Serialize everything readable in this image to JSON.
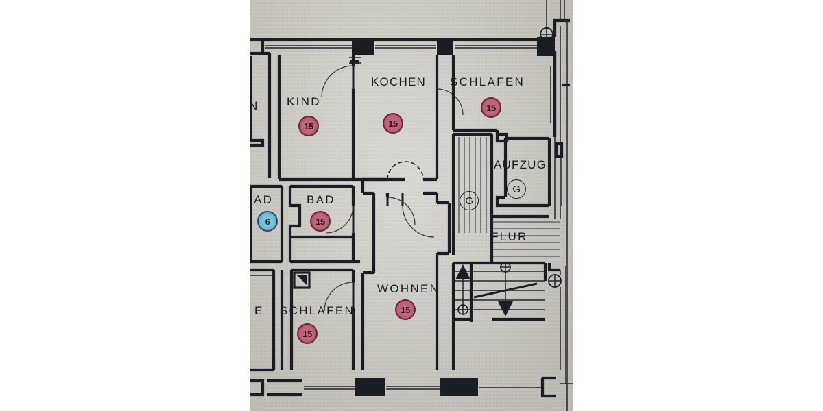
{
  "image": {
    "kind": "scanned-architectural-floor-plan",
    "language": "German",
    "sheet_background_color": "#cfcdc6",
    "ink_color": "#191b22",
    "page_background_color": "#ffffff"
  },
  "rooms": [
    {
      "id": "kind",
      "label": "KIND",
      "stamp": "15",
      "stamp_color": "#c0697d"
    },
    {
      "id": "kochen",
      "label": "KOCHEN",
      "stamp": "15",
      "stamp_color": "#c0697d"
    },
    {
      "id": "schlafen_top",
      "label": "SCHLAFEN",
      "stamp": "15",
      "stamp_color": "#c0697d"
    },
    {
      "id": "bad",
      "label": "BAD",
      "stamp": "15",
      "stamp_color": "#c0697d"
    },
    {
      "id": "wohnen",
      "label": "WOHNEN",
      "stamp": "15",
      "stamp_color": "#c0697d"
    },
    {
      "id": "schlafen_bot",
      "label": "SCHLAFEN",
      "stamp": "15",
      "stamp_color": "#c0697d"
    },
    {
      "id": "aufzug",
      "label": "AUFZUG",
      "stamp": "G",
      "stamp_color": "#cfcdc6"
    },
    {
      "id": "flur",
      "label": "FLUR",
      "stamp": "",
      "stamp_color": ""
    }
  ],
  "partial_rooms": [
    {
      "id": "left_top_cut",
      "label": "N",
      "note": "room name clipped at left sheet edge"
    },
    {
      "id": "left_bad_cut",
      "label": "AD",
      "stamp": "6",
      "stamp_color": "#7fc4dd"
    },
    {
      "id": "left_bot_cut",
      "label": "E",
      "note": "room name clipped at left sheet edge"
    }
  ],
  "markers": [
    {
      "id": "stair-g",
      "label": "G",
      "kind": "circled-letter"
    },
    {
      "id": "lift-g",
      "label": "G",
      "kind": "circled-letter"
    }
  ],
  "stair": {
    "up_arrow": "▲",
    "down_arrow": "▼"
  },
  "stamp_values": {
    "red": "15",
    "blue": "6",
    "letter": "G"
  }
}
